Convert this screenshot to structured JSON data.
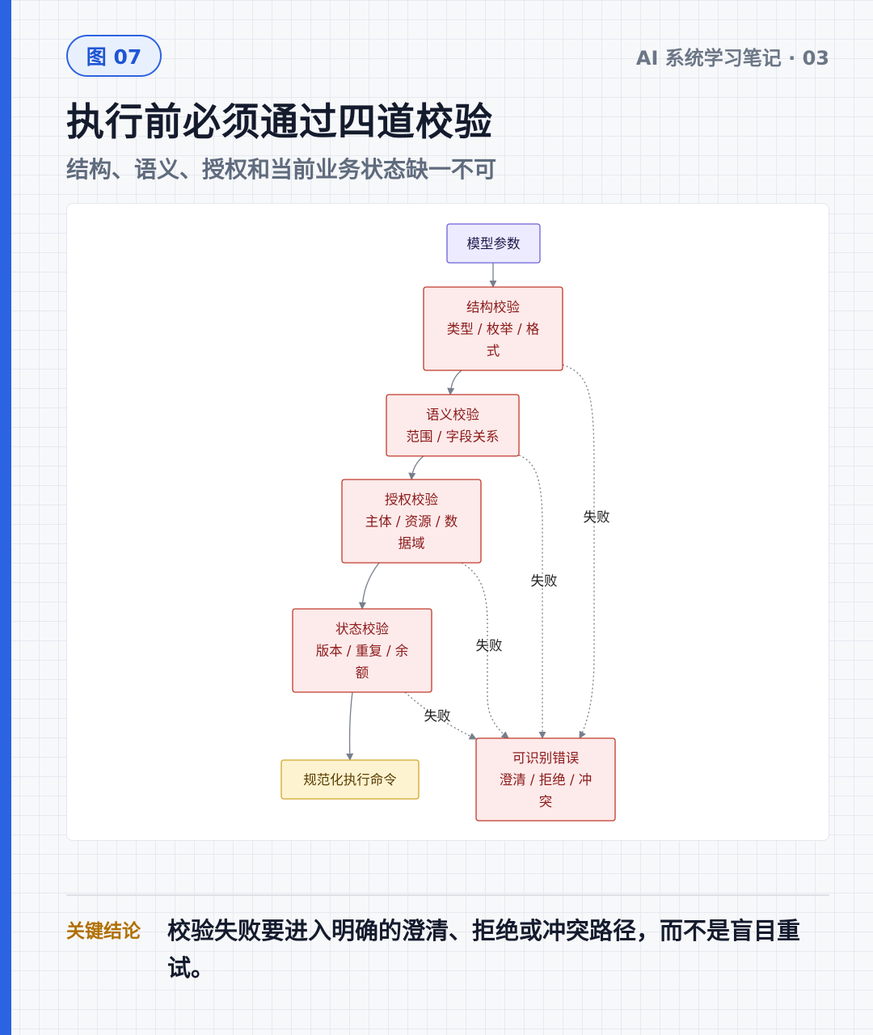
{
  "header": {
    "badge": "图 07",
    "series": "AI 系统学习笔记 · 03",
    "title": "执行前必须通过四道校验",
    "subtitle": "结构、语义、授权和当前业务状态缺一不可"
  },
  "diagram": {
    "nodes": [
      {
        "id": "model-params",
        "lines": [
          "模型参数"
        ],
        "style": "input"
      },
      {
        "id": "structure-check",
        "lines": [
          "结构校验",
          "类型 / 枚举 / 格",
          "式"
        ],
        "style": "check"
      },
      {
        "id": "semantic-check",
        "lines": [
          "语义校验",
          "范围 / 字段关系"
        ],
        "style": "check"
      },
      {
        "id": "auth-check",
        "lines": [
          "授权校验",
          "主体 / 资源 / 数",
          "据域"
        ],
        "style": "check"
      },
      {
        "id": "state-check",
        "lines": [
          "状态校验",
          "版本 / 重复 / 余",
          "额"
        ],
        "style": "check"
      },
      {
        "id": "normalized-command",
        "lines": [
          "规范化执行命令"
        ],
        "style": "output"
      },
      {
        "id": "recognizable-error",
        "lines": [
          "可识别错误",
          "澄清 / 拒绝 / 冲",
          "突"
        ],
        "style": "check"
      }
    ],
    "edges": [
      {
        "from": "model-params",
        "to": "structure-check",
        "label": "",
        "dashed": false
      },
      {
        "from": "structure-check",
        "to": "semantic-check",
        "label": "",
        "dashed": false
      },
      {
        "from": "semantic-check",
        "to": "auth-check",
        "label": "",
        "dashed": false
      },
      {
        "from": "auth-check",
        "to": "state-check",
        "label": "",
        "dashed": false
      },
      {
        "from": "state-check",
        "to": "normalized-command",
        "label": "",
        "dashed": false
      },
      {
        "from": "structure-check",
        "to": "recognizable-error",
        "label": "失败",
        "dashed": true
      },
      {
        "from": "semantic-check",
        "to": "recognizable-error",
        "label": "失败",
        "dashed": true
      },
      {
        "from": "auth-check",
        "to": "recognizable-error",
        "label": "失败",
        "dashed": true
      },
      {
        "from": "state-check",
        "to": "recognizable-error",
        "label": "失败",
        "dashed": true
      }
    ],
    "colors": {
      "input_fill": "#ecebff",
      "input_stroke": "#6b62d6",
      "input_text": "#1c1a4a",
      "check_fill": "#fdeaea",
      "check_stroke": "#c0392b",
      "check_text": "#8b1a1a",
      "output_fill": "#fdf3d0",
      "output_stroke": "#d4a52a",
      "output_text": "#5a3d00",
      "edge": "#777f8c"
    }
  },
  "conclusion": {
    "label": "关键结论",
    "text": "校验失败要进入明确的澄清、拒绝或冲突路径，而不是盲目重试。"
  }
}
